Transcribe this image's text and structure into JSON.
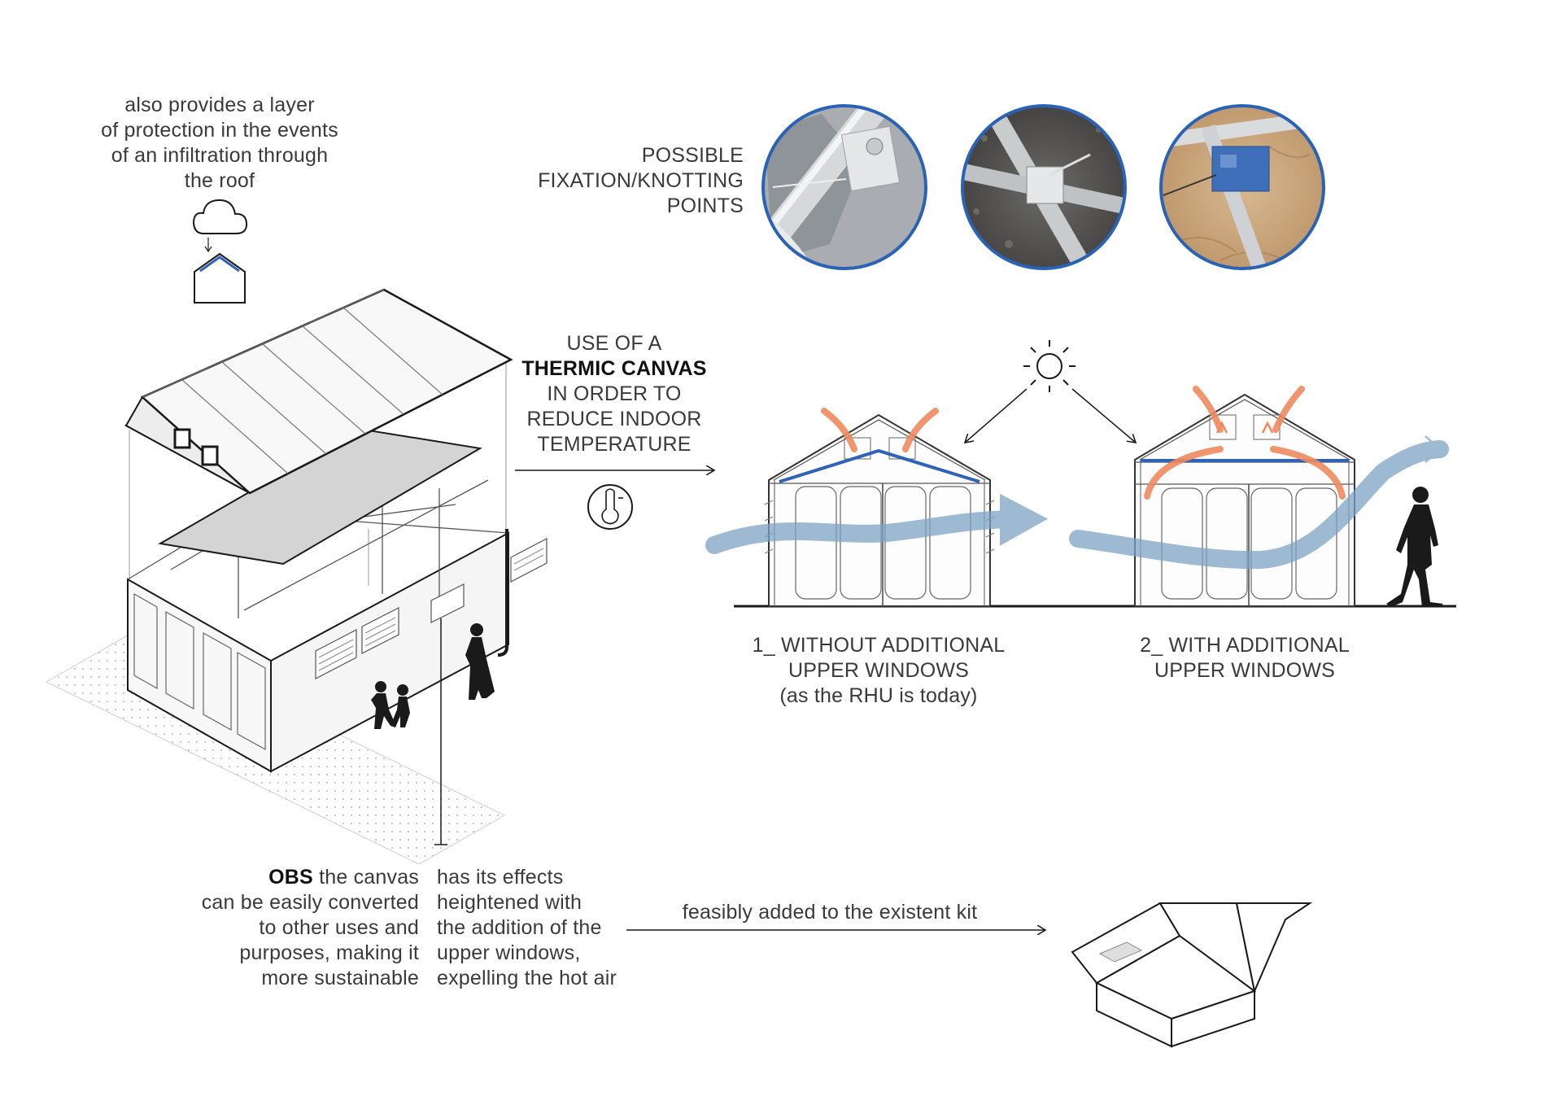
{
  "roof_note": {
    "lines": [
      "also provides a layer",
      "of protection in the events",
      "of an infiltration through",
      "the roof"
    ]
  },
  "fixation": {
    "lines": [
      "POSSIBLE",
      "FIXATION/KNOTTING",
      "POINTS"
    ]
  },
  "thermic": {
    "line1": "USE OF A",
    "line2": "THERMIC CANVAS",
    "line3": "IN ORDER TO",
    "line4": "REDUCE INDOOR",
    "line5": "TEMPERATURE"
  },
  "option1": {
    "lines": [
      "1_ WITHOUT ADDITIONAL",
      "UPPER WINDOWS",
      "(as the RHU is today)"
    ]
  },
  "option2": {
    "lines": [
      "2_ WITH ADDITIONAL",
      "UPPER WINDOWS"
    ]
  },
  "obs": {
    "label": "OBS",
    "first_line_rest": " the canvas",
    "lines": [
      "can be easily converted",
      "to other uses and",
      "purposes, making it",
      "more sustainable"
    ]
  },
  "effects": {
    "lines": [
      "has its effects",
      "heightened with",
      "the addition of the",
      "upper windows,",
      "expelling the hot air"
    ]
  },
  "kit_arrow_label": "feasibly added to the existent kit",
  "colors": {
    "line": "#1a1a1a",
    "blue_accent": "#2f63b7",
    "airflow": "#7ea3c4",
    "heat": "#ef8a5e",
    "canvas_gray": "#d4d4d4",
    "photo_border": "#2a63b5"
  },
  "icons": [
    "cloud-icon",
    "house-icon",
    "sun-icon",
    "thermometer-icon"
  ]
}
